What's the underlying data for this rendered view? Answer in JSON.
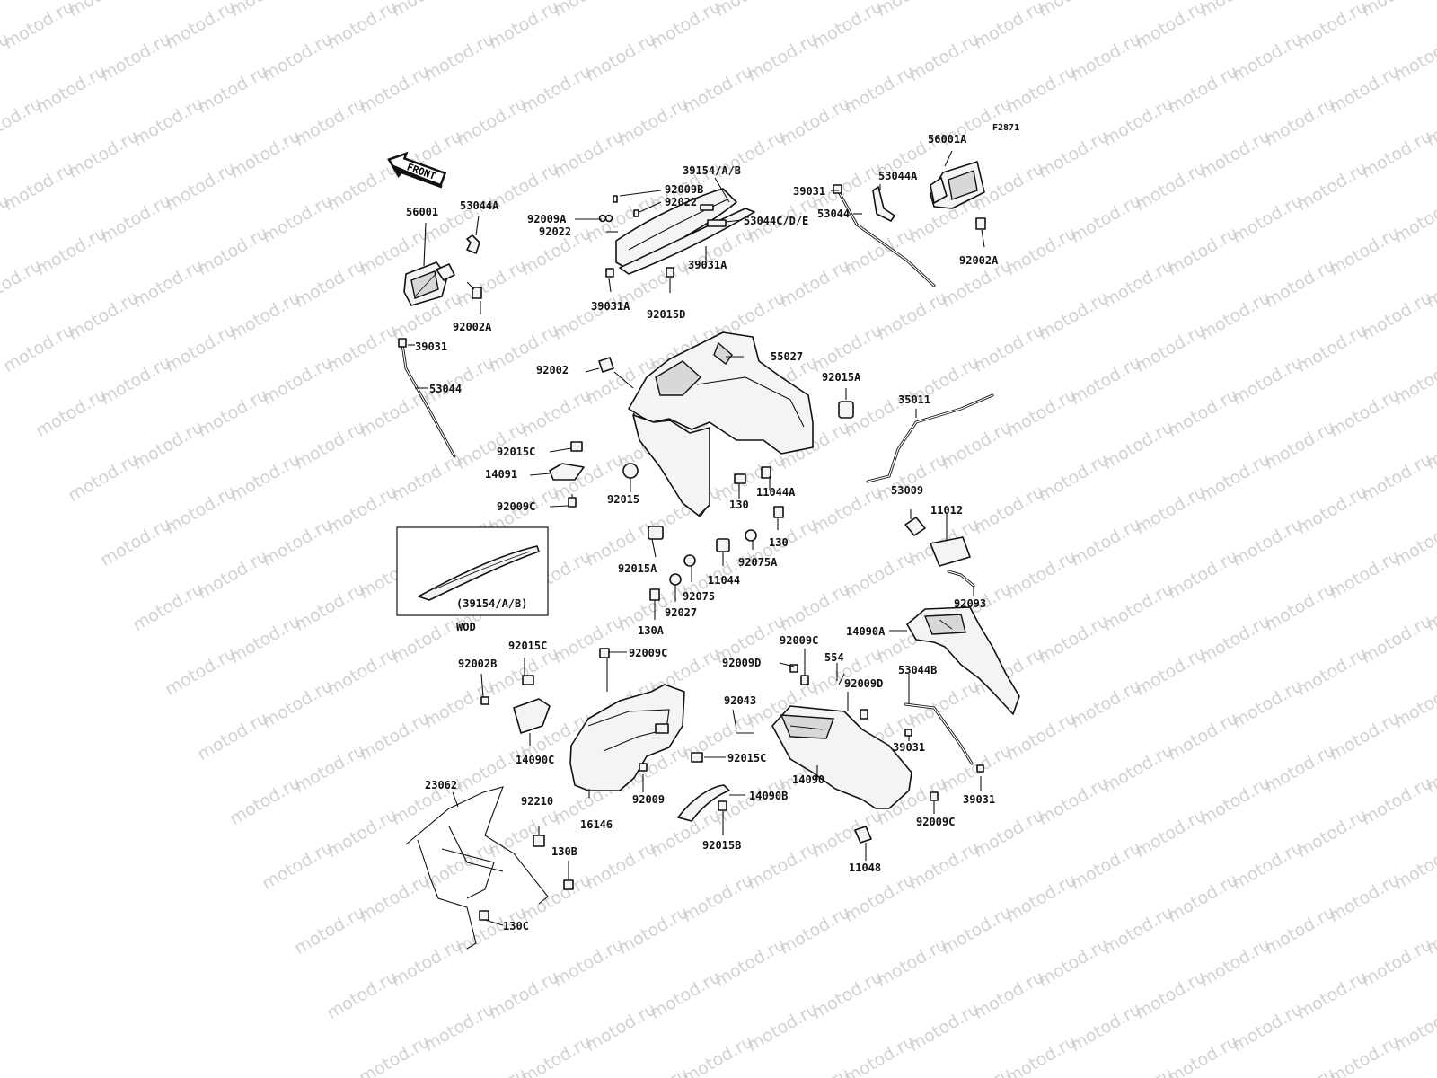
{
  "figure_code": "F2871",
  "watermark_text": "motod.ru",
  "front_arrow_text": "FRONT",
  "inset_caption": "(39154/A/B)",
  "inset_footnote": "WOD",
  "labels": {
    "l53044A_top": "53044A",
    "l56001": "56001",
    "l92002A_left": "92002A",
    "l39031_left": "39031",
    "l53044_left": "53044",
    "l39154AB": "39154/A/B",
    "l92009B": "92009B",
    "l92022_a": "92022",
    "l92009A": "92009A",
    "l92022_b": "92022",
    "l53044CDE": "53044C/D/E",
    "l39031A_r": "39031A",
    "l39031A_l": "39031A",
    "l92015D": "92015D",
    "l39031_top": "39031",
    "l53044A_right": "53044A",
    "l56001A": "56001A",
    "l53044_right": "53044",
    "l92002A_right": "92002A",
    "l92002": "92002",
    "l55027": "55027",
    "l92015A_top": "92015A",
    "l35011": "35011",
    "l92015C_top": "92015C",
    "l14091": "14091",
    "l92015": "92015",
    "l130_a": "130",
    "l11044A": "11044A",
    "l92009C_left": "92009C",
    "l53009": "53009",
    "l11012": "11012",
    "l130_b": "130",
    "l92015A_mid": "92015A",
    "l92075A": "92075A",
    "l11044": "11044",
    "l92075": "92075",
    "l92027": "92027",
    "l92093": "92093",
    "l130A": "130A",
    "l14090A": "14090A",
    "l92015C_mid": "92015C",
    "l92009C_mid": "92009C",
    "l92009C_r": "92009C",
    "l554": "554",
    "l92002B": "92002B",
    "l92009D_l": "92009D",
    "l92009D_r": "92009D",
    "l53044B": "53044B",
    "l92043": "92043",
    "l14090C": "14090C",
    "l92015C_low": "92015C",
    "l39031_mid": "39031",
    "l14090": "14090",
    "l23062": "23062",
    "l92210": "92210",
    "l16146": "16146",
    "l92009": "92009",
    "l14090B": "14090B",
    "l39031_low": "39031",
    "l92009C_low": "92009C",
    "l92015B": "92015B",
    "l130B": "130B",
    "l11048": "11048",
    "l130C": "130C"
  }
}
